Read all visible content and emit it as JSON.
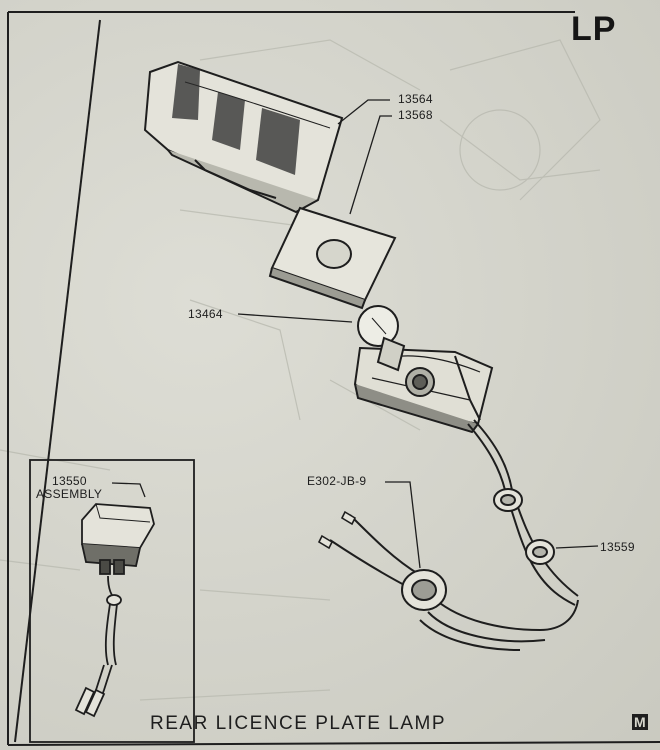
{
  "header": {
    "section_code": "LP"
  },
  "callouts": {
    "lens": "13564",
    "gasket": "13568",
    "bulb": "13464",
    "wire": "E302-JB-9",
    "grommet": "13559"
  },
  "inset": {
    "assembly_number": "13550",
    "assembly_label": "ASSEMBLY"
  },
  "footer": {
    "caption": "REAR LICENCE PLATE LAMP",
    "corner_mark": "M"
  },
  "colors": {
    "ink": "#1e1e1e",
    "paper": "#d6d6cc"
  }
}
